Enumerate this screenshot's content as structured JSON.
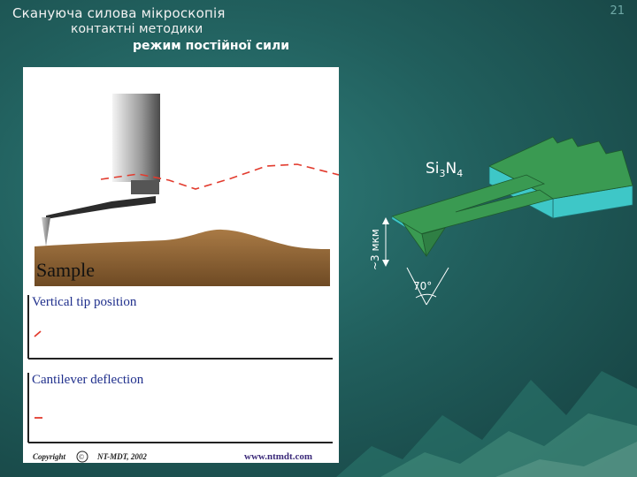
{
  "slide": {
    "number": "21"
  },
  "header": {
    "title": "Скануюча силова мікроскопія",
    "subtitle": "контактні методики",
    "subtitle2": "режим постійної сили"
  },
  "afm_panel": {
    "sample_label": "Sample",
    "graph1_label": "Vertical tip position",
    "graph2_label": "Cantilever deflection",
    "copyright_word": "Copyright",
    "copyright_symbol": "©",
    "company": "NT-MDT, 2002",
    "website": "www.ntmdt.com"
  },
  "cantilever": {
    "material_main": "Si",
    "material_sub1": "3",
    "material_n": "N",
    "material_sub2": "4",
    "height_label": "~3 мкм",
    "angle_label": "70°"
  },
  "colors": {
    "background": "#215f5d",
    "sample": "#8a5f30",
    "cantilever_green": "#3a9a52",
    "cantilever_side": "#3ec7c7",
    "trace_red": "#e23b2e"
  }
}
